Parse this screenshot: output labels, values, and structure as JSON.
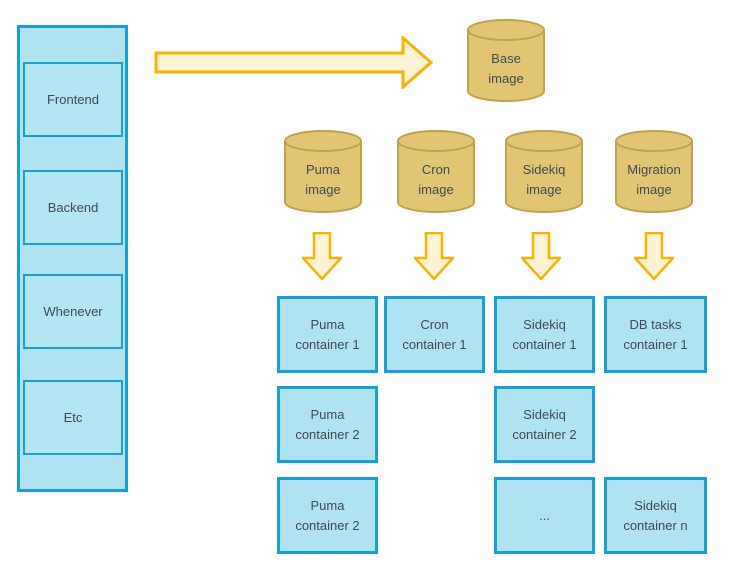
{
  "diagram": {
    "sidebar": {
      "items": [
        {
          "label": "Frontend"
        },
        {
          "label": "Backend"
        },
        {
          "label": "Whenever"
        },
        {
          "label": "Etc"
        }
      ]
    },
    "base_image": {
      "label": "Base\nimage"
    },
    "image_cylinders": [
      {
        "label": "Puma\nimage"
      },
      {
        "label": "Cron\nimage"
      },
      {
        "label": "Sidekiq\nimage"
      },
      {
        "label": "Migration\nimage"
      }
    ],
    "containers": [
      {
        "label": "Puma\ncontainer 1"
      },
      {
        "label": "Cron\ncontainer 1"
      },
      {
        "label": "Sidekiq\ncontainer 1"
      },
      {
        "label": "DB tasks\ncontainer 1"
      },
      {
        "label": "Puma\ncontainer 2"
      },
      {
        "label": "Sidekiq\ncontainer 2"
      },
      {
        "label": "Puma\ncontainer 2"
      },
      {
        "label": "..."
      },
      {
        "label": "Sidekiq\ncontainer n"
      }
    ],
    "colors": {
      "box_fill": "#b0e2f2",
      "box_border": "#16a0d9",
      "cylinder_fill": "#e2c572",
      "cylinder_border": "#c0a24e",
      "arrow_fill": "#fcf3d4",
      "arrow_border": "#f9b200",
      "text": "#3e4a55"
    }
  }
}
